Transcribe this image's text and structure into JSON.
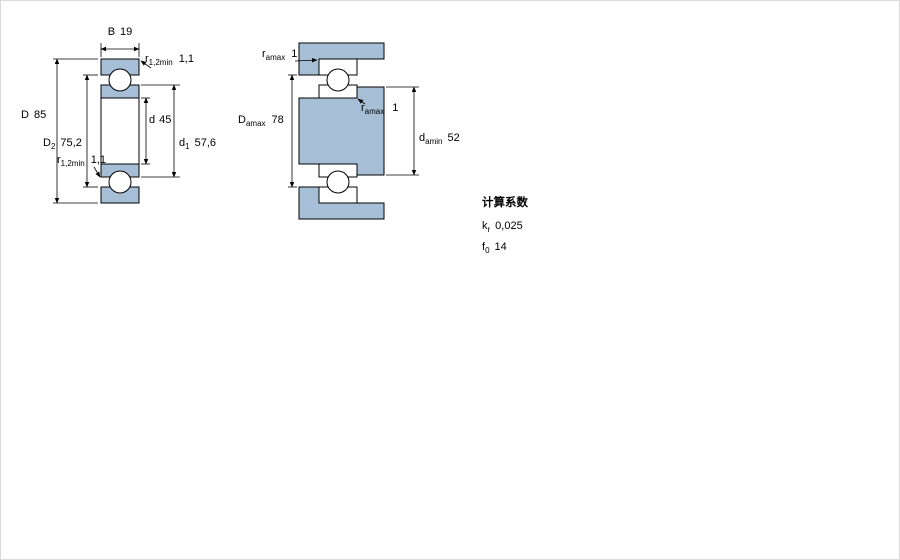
{
  "figure": {
    "colors": {
      "metal_fill": "#a7bfd6",
      "outline": "#000000"
    },
    "left": {
      "width_label": {
        "sym": "B",
        "val": "19"
      },
      "r_top": {
        "sym": "r",
        "sub": "1,2min",
        "val": "1,1"
      },
      "outer_dia": {
        "sym": "D",
        "val": "85"
      },
      "outer_ring_dia": {
        "sym": "D",
        "sub": "2",
        "val": "75,2"
      },
      "r_bottom": {
        "sym": "r",
        "sub": "1,2min",
        "val": "1,1"
      },
      "bore_dia": {
        "sym": "d",
        "val": "45"
      },
      "inner_ring_dia": {
        "sym": "d",
        "sub": "1",
        "val": "57,6"
      }
    },
    "right": {
      "ra_top": {
        "sym": "r",
        "sub": "amax",
        "val": "1"
      },
      "housing_shoulder_dia": {
        "sym": "D",
        "sub": "amax",
        "val": "78"
      },
      "ra_mid": {
        "sym": "r",
        "sub": "amax",
        "val": "1"
      },
      "shaft_shoulder_dia": {
        "sym": "d",
        "sub": "amin",
        "val": "52"
      }
    }
  },
  "calc": {
    "title": "计算系数",
    "kr": {
      "sym": "k",
      "sub": "r",
      "val": "0,025"
    },
    "f0": {
      "sym": "f",
      "sub": "0",
      "val": "14"
    }
  }
}
